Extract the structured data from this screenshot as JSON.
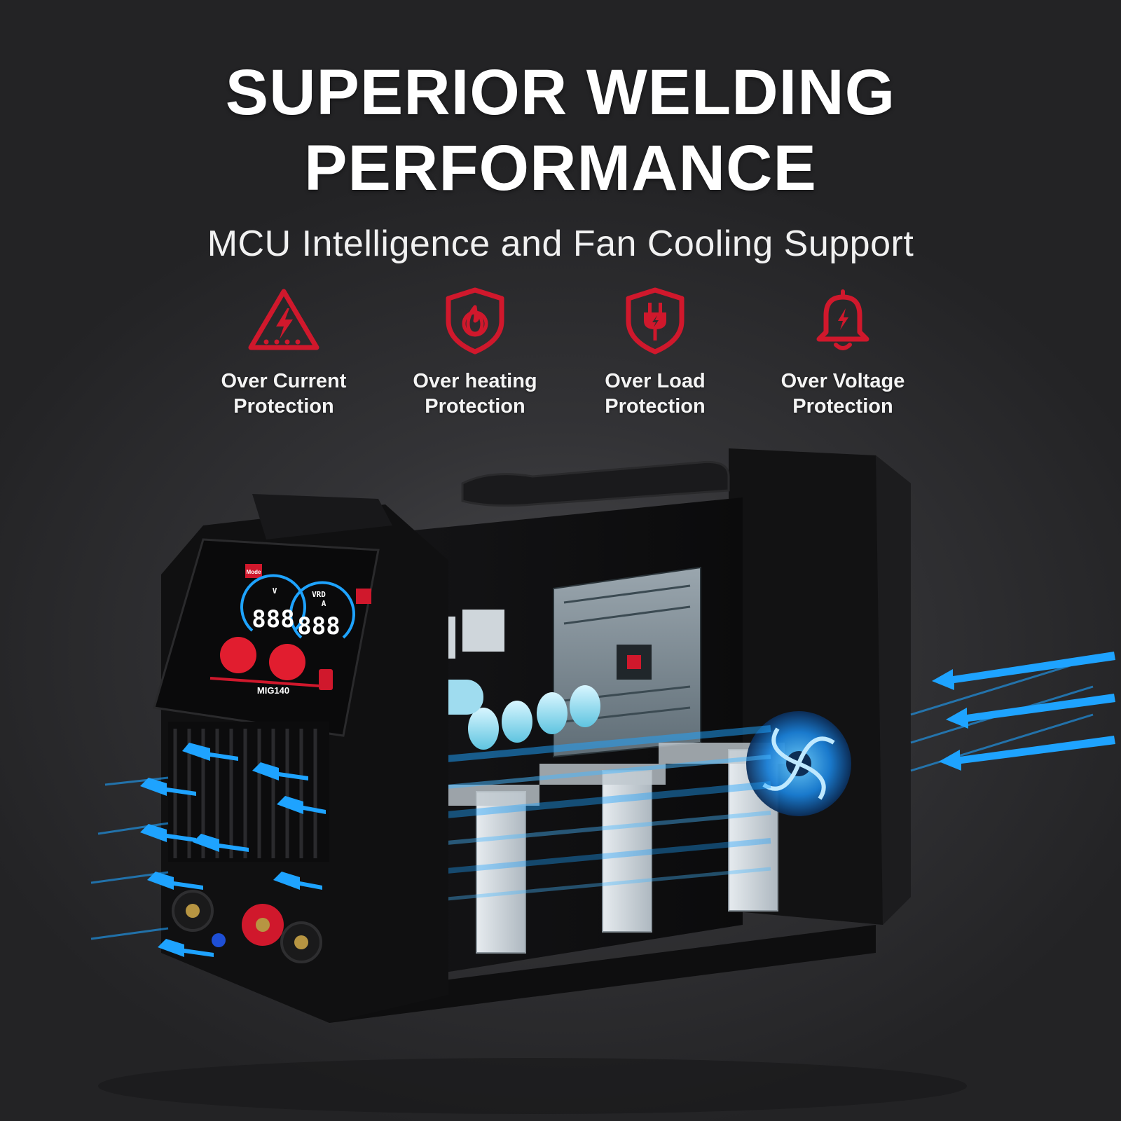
{
  "headline": {
    "line1": "SUPERIOR WELDING",
    "line2": "PERFORMANCE"
  },
  "subtitle": "MCU Intelligence and Fan Cooling Support",
  "features": [
    {
      "icon": "warning-triangle-lightning-icon",
      "label_line1": "Over Current",
      "label_line2": "Protection"
    },
    {
      "icon": "shield-flame-icon",
      "label_line1": "Over heating",
      "label_line2": "Protection"
    },
    {
      "icon": "shield-plug-icon",
      "label_line1": "Over Load",
      "label_line2": "Protection"
    },
    {
      "icon": "bell-lightning-icon",
      "label_line1": "Over Voltage",
      "label_line2": "Protection"
    }
  ],
  "product": {
    "display_left": "888",
    "display_right": "888",
    "unit_left": "V",
    "unit_right": "A",
    "vrd_label": "VRD",
    "mode_label": "Mode",
    "model_name": "MIG140"
  },
  "colors": {
    "accent_red": "#d0182c",
    "airflow_blue": "#1ea3ff",
    "background": "#2e2e30"
  }
}
